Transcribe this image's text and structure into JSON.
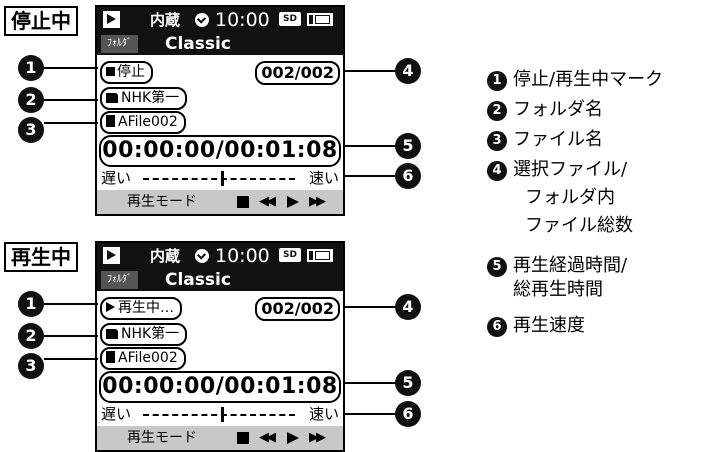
{
  "states": [
    {
      "label": "停止中",
      "status_mark": "停止",
      "mark_type": "stop",
      "memory": "内蔵",
      "clock": "10:00",
      "sd_label": "SD",
      "folder_tag": "ﾌｫﾙﾀﾞ",
      "folder_title": "Classic",
      "folder_name": "NHK第一",
      "file_name": "AFile002",
      "counter": "002/002",
      "time": "00:00:00/00:01:08",
      "slow_label": "遅い",
      "fast_label": "速い",
      "speed_level": 0.52,
      "mode_label": "再生モード"
    },
    {
      "label": "再生中",
      "status_mark": "再生中…",
      "mark_type": "play",
      "memory": "内蔵",
      "clock": "10:00",
      "sd_label": "SD",
      "folder_tag": "ﾌｫﾙﾀﾞ",
      "folder_title": "Classic",
      "folder_name": "NHK第一",
      "file_name": "AFile002",
      "counter": "002/002",
      "time": "00:00:00/00:01:08",
      "slow_label": "遅い",
      "fast_label": "速い",
      "speed_level": 0.52,
      "mode_label": "再生モード"
    }
  ],
  "callout_numbers": [
    "1",
    "2",
    "3",
    "4",
    "5",
    "6"
  ],
  "controls": {
    "prev_glyph": "◀◀",
    "next_glyph": "▶▶"
  },
  "legend": [
    {
      "num": "1",
      "lines": [
        "停止/再生中マーク"
      ]
    },
    {
      "num": "2",
      "lines": [
        "フォルダ名"
      ]
    },
    {
      "num": "3",
      "lines": [
        "ファイル名"
      ]
    },
    {
      "num": "4",
      "lines": [
        "選択ファイル/",
        "フォルダ内",
        "ファイル総数"
      ]
    },
    {
      "num": "5",
      "lines": [
        "再生経過時間/",
        "総再生時間"
      ]
    },
    {
      "num": "6",
      "lines": [
        "再生速度"
      ]
    }
  ],
  "colors": {
    "screen_bar": "#111111",
    "mode_bar": "#c8c8c8",
    "callout": "#111111"
  }
}
